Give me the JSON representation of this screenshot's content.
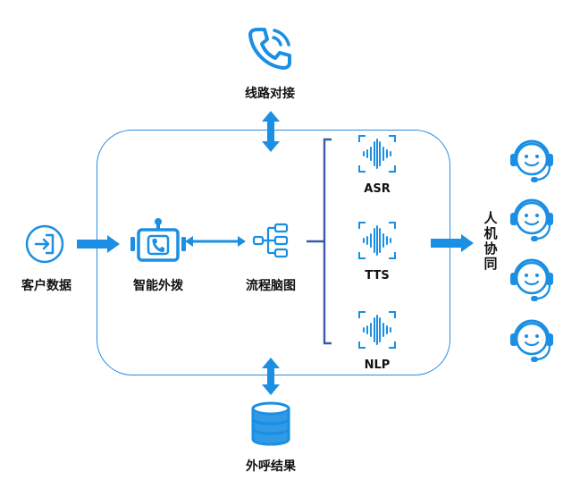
{
  "top_node": {
    "label": "线路对接",
    "icon": "phone-icon"
  },
  "bottom_node": {
    "label": "外呼结果",
    "icon": "database-icon"
  },
  "left_node": {
    "label": "客户数据",
    "icon": "login-icon"
  },
  "center_nodes": [
    {
      "label": "智能外拨",
      "icon": "robot-phone-icon"
    },
    {
      "label": "流程脑图",
      "icon": "flowchart-icon"
    }
  ],
  "ai_modules": [
    {
      "label": "ASR",
      "icon": "waveform-icon"
    },
    {
      "label": "TTS",
      "icon": "waveform-icon"
    },
    {
      "label": "NLP",
      "icon": "waveform-icon"
    }
  ],
  "right_node": {
    "label": "人机协同",
    "icon": "headset-agent-icon"
  },
  "colors": {
    "primary": "#1a8fe3",
    "border": "#2a8de0",
    "bracket": "#3d5aa8"
  }
}
